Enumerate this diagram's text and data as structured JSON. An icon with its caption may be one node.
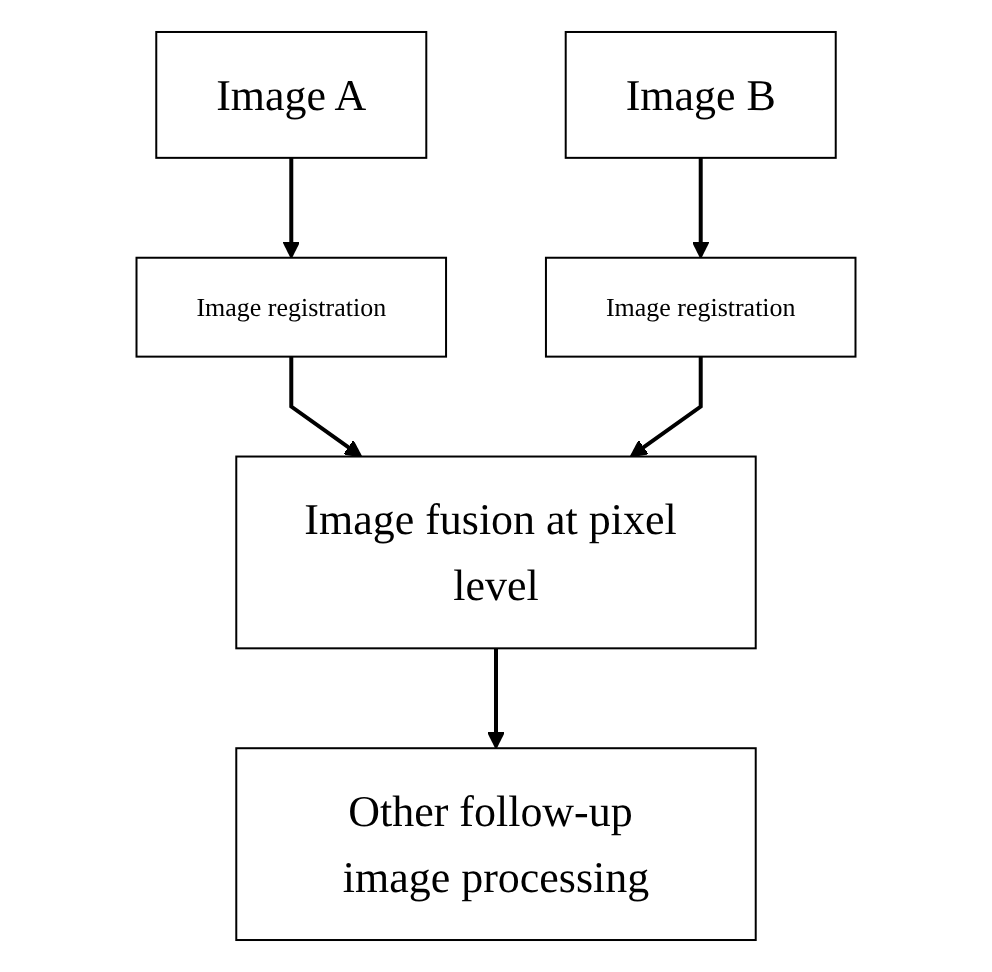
{
  "diagram": {
    "nodes": [
      {
        "text": [
          "Image A"
        ]
      },
      {
        "text": [
          "Image B"
        ]
      },
      {
        "text": [
          "Image registration"
        ]
      },
      {
        "text": [
          "Image registration"
        ]
      },
      {
        "text": [
          "Image fusion at pixel level"
        ]
      },
      {
        "text": [
          "Other follow-up image processing"
        ]
      }
    ],
    "edges": [
      {
        "from": 0,
        "to": 2,
        "arrow": "to"
      },
      {
        "from": 1,
        "to": 3,
        "arrow": "to"
      },
      {
        "from": 2,
        "to": 4,
        "arrow": "to"
      },
      {
        "from": 3,
        "to": 4,
        "arrow": "to"
      },
      {
        "from": 4,
        "to": 5,
        "arrow": "to"
      }
    ]
  }
}
